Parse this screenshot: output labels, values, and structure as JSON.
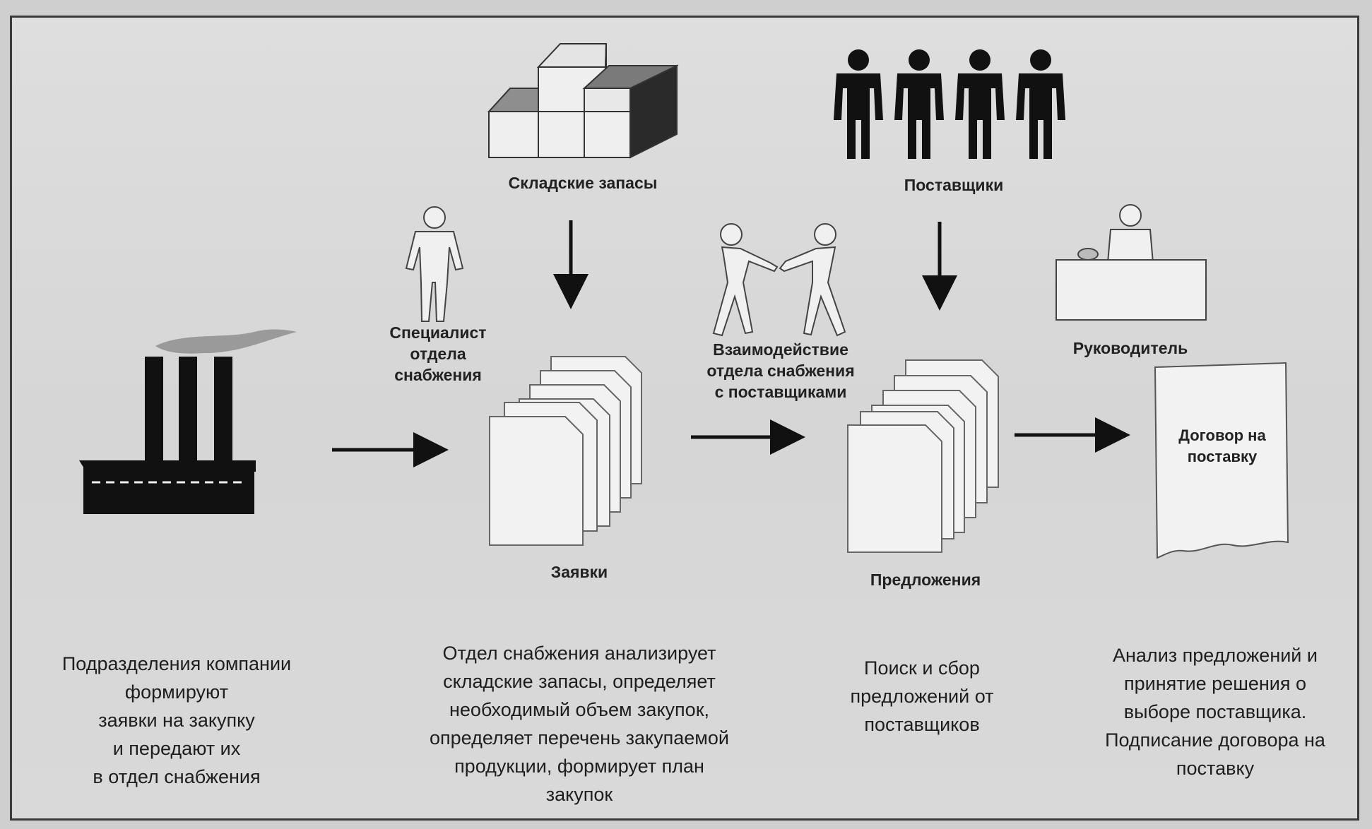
{
  "labels": {
    "stock": "Складские запасы",
    "suppliers": "Поставщики",
    "specialist_line1": "Специалист",
    "specialist_line2": "отдела",
    "specialist_line3": "снабжения",
    "interaction_line1": "Взаимодействие",
    "interaction_line2": "отдела снабжения",
    "interaction_line3": "с поставщиками",
    "manager": "Руководитель",
    "requests": "Заявки",
    "proposals": "Предложения",
    "contract_line1": "Договор на",
    "contract_line2": "поставку"
  },
  "descriptions": {
    "step1": [
      "Подразделения компании",
      "формируют",
      "заявки на закупку",
      "и передают их",
      "в отдел снабжения"
    ],
    "step2": [
      "Отдел снабжения анализирует",
      "складские запасы, определяет",
      "необходимый объем закупок,",
      "определяет перечень закупаемой",
      "продукции, формирует план",
      "закупок"
    ],
    "step3": [
      "Поиск и сбор",
      "предложений от",
      "поставщиков"
    ],
    "step4": [
      "Анализ предложений и",
      "принятие решения о",
      "выборе поставщика.",
      "Подписание договора на",
      "поставку"
    ]
  },
  "colors": {
    "ink": "#111111",
    "paper": "#f2f2f2",
    "background": "#d8d8d8"
  },
  "icons": [
    "factory-icon",
    "boxes-icon",
    "people-icon",
    "specialist-icon",
    "handshake-icon",
    "manager-desk-icon",
    "documents-icon",
    "contract-icon"
  ]
}
